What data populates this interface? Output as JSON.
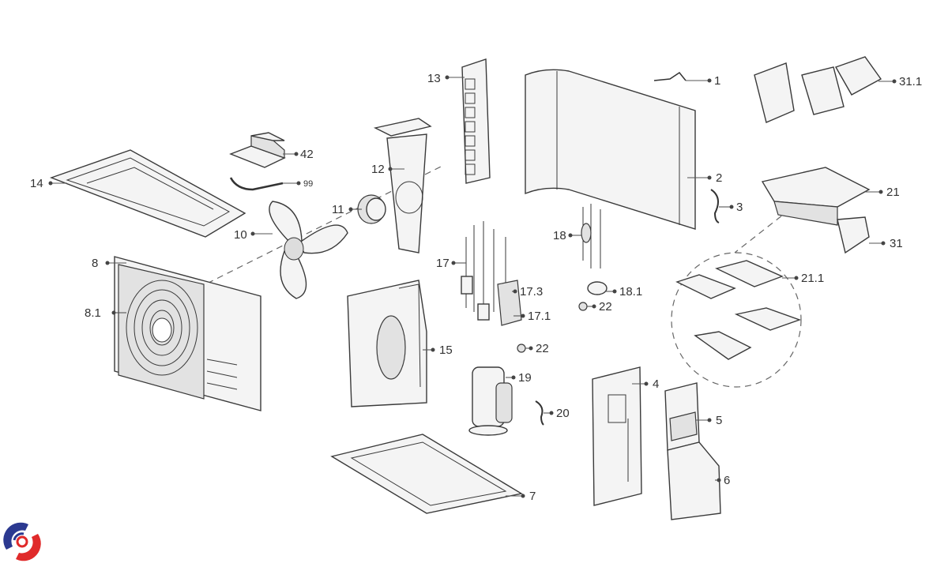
{
  "diagram": {
    "title": "Outdoor air conditioner unit exploded parts view",
    "labels": {
      "p1": "1",
      "p2": "2",
      "p3": "3",
      "p4": "4",
      "p5": "5",
      "p6": "6",
      "p7": "7",
      "p8": "8",
      "p8_1": "8.1",
      "p10": "10",
      "p11": "11",
      "p12": "12",
      "p13": "13",
      "p14": "14",
      "p15": "15",
      "p17": "17",
      "p17_1": "17.1",
      "p17_3": "17.3",
      "p18": "18",
      "p18_1": "18.1",
      "p19": "19",
      "p20": "20",
      "p21": "21",
      "p21_1": "21.1",
      "p22a": "22",
      "p22b": "22",
      "p31": "31",
      "p31_1": "31.1",
      "p42": "42",
      "p99": "99"
    }
  },
  "logo": {
    "name": "brand-logo",
    "colors": {
      "blue": "#2b3990",
      "red": "#e02a2a"
    }
  }
}
